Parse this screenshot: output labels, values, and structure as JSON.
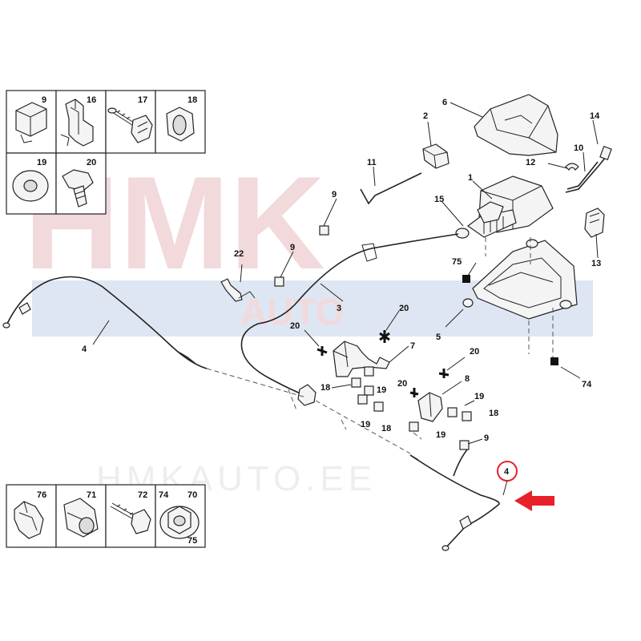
{
  "watermark": {
    "top": "HMK",
    "band": "AUTO",
    "site": "HMKAUTO.EE"
  },
  "callouts": {
    "c1": "1",
    "c2": "2",
    "c3": "3",
    "c4a": "4",
    "c4b": "4",
    "c5": "5",
    "c6": "6",
    "c7": "7",
    "c8": "8",
    "c9a": "9",
    "c9b": "9",
    "c9c": "9",
    "c10": "10",
    "c11": "11",
    "c12": "12",
    "c13": "13",
    "c14": "14",
    "c15": "15",
    "c18a": "18",
    "c18b": "18",
    "c18c": "18",
    "c19a": "19",
    "c19b": "19",
    "c19c": "19",
    "c19d": "19",
    "c20a": "20",
    "c20b": "20",
    "c20c": "20",
    "c20d": "20",
    "c22": "22",
    "c74": "74",
    "c75": "75"
  },
  "legend_top": [
    {
      "num": "9",
      "icon": "clip-block-icon"
    },
    {
      "num": "16",
      "icon": "cable-clip-icon"
    },
    {
      "num": "17",
      "icon": "screw-clip-icon"
    },
    {
      "num": "18",
      "icon": "grommet-icon"
    },
    {
      "num": "19",
      "icon": "washer-icon"
    },
    {
      "num": "20",
      "icon": "bolt-icon"
    }
  ],
  "legend_bottom": [
    {
      "num": "76",
      "icon": "spring-clip-icon"
    },
    {
      "num": "71",
      "icon": "nut-cage-icon"
    },
    {
      "num": "72",
      "icon": "stud-icon"
    },
    {
      "num": "74",
      "icon": "flange-nut-icon"
    },
    {
      "num": "70",
      "icon": "nut-icon"
    },
    {
      "num": "75",
      "icon": "nut-icon"
    }
  ],
  "highlight": {
    "label": "4",
    "color": "#e8202a"
  }
}
